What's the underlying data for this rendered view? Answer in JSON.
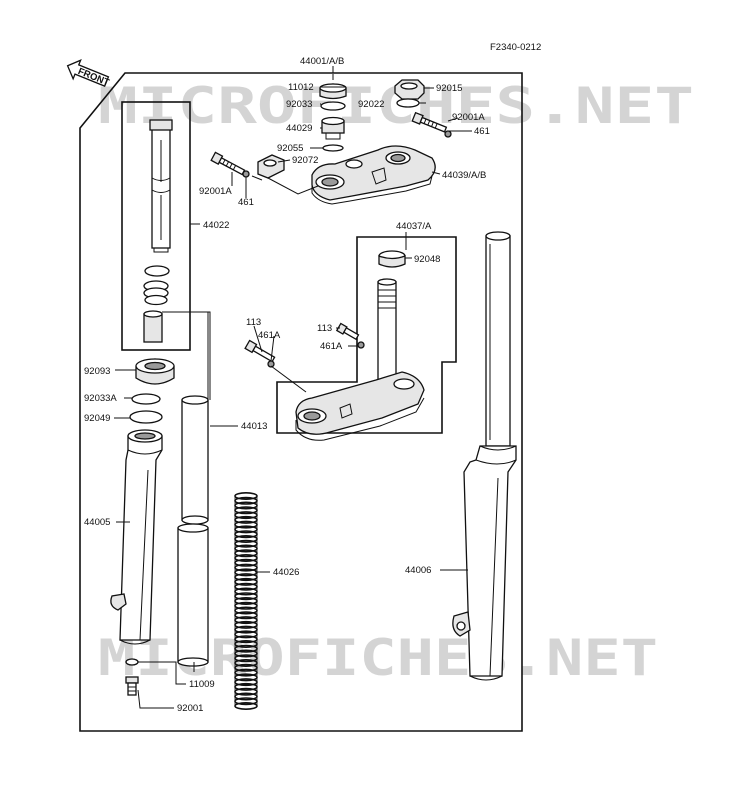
{
  "diagram_code": "F2340-0212",
  "front_label": "FRONT",
  "watermarks": [
    "MICROFICHES.NET",
    "MICROFICHES.NET"
  ],
  "callouts": {
    "c44001": "44001/A/B",
    "c11012": "11012",
    "c92015": "92015",
    "c92033": "92033",
    "c92022": "92022",
    "c44029": "44029",
    "c92001A_r": "92001A",
    "c461_r": "461",
    "c92055": "92055",
    "c92072": "92072",
    "c44039": "44039/A/B",
    "c92001A_l": "92001A",
    "c461_l": "461",
    "c44022": "44022",
    "c44037": "44037/A",
    "c92048": "92048",
    "c113_a": "113",
    "c461A_a": "461A",
    "c113_b": "113",
    "c461A_b": "461A",
    "c92093": "92093",
    "c92033A": "92033A",
    "c92049": "92049",
    "c44013": "44013",
    "c44005": "44005",
    "c44026": "44026",
    "c44006": "44006",
    "c11009": "11009",
    "c92001": "92001"
  },
  "colors": {
    "ink": "#111111",
    "watermark": "#d4d4d4",
    "background": "#ffffff"
  }
}
